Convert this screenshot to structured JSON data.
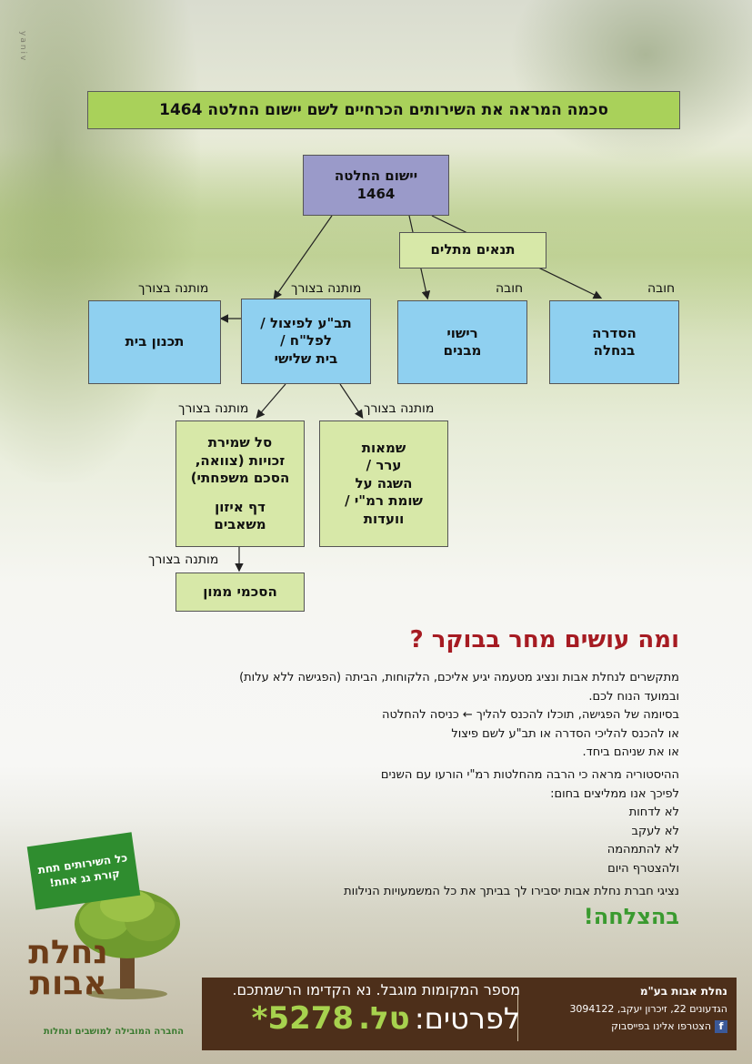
{
  "side_mark": "yaniv",
  "banner_title": "סכמה המראה את השירותים הכרחיים לשם יישום החלטה 1464",
  "diagram": {
    "root": "יישום החלטה\n1464",
    "conditions": "תנאים מתלים",
    "plan_split": "תב\"ע לפיצול /\nלפל\"ח /\nבית שלישי",
    "house_plan": "תכנון בית",
    "licensing": "רישוי\nמבנים",
    "arrangement": "הסדרה\nבנחלה",
    "appraisals": "שמאות\nערר /\nהשגה על\nשומת רמ\"י /\nוועדות",
    "rights_basket": "סל שמירת\nזכויות (צוואה,\nהסכם משפחתי)",
    "balance_sheet": "דף איזון\nמשאבים",
    "financing": "הסכמי ממון",
    "labels": {
      "conditional": "מותנה בצורך",
      "mandatory": "חובה"
    }
  },
  "section_heading": "ומה עושים מחר בבוקר ?",
  "paragraph1": [
    "מתקשרים לנחלת אבות ונציג מטעמה יגיע אליכם, הלקוחות, הביתה (הפגישה ללא עלות)",
    "ובמועד הנוח לכם.",
    "בסיומה של הפגישה, תוכלו להכנס להליך ← כניסה להחלטה",
    "או להכנס להליכי הסדרה או תב\"ע לשם פיצול",
    "או את שניהם ביחד."
  ],
  "paragraph2": [
    "ההיסטוריה מראה כי הרבה מהחלטות רמ\"י הורעו עם השנים",
    "לפיכך אנו ממליצים בחום:",
    "לא לדחות",
    "לא לעקב",
    "לא להתמהמה",
    "ולהצטרף היום"
  ],
  "paragraph3": "נציגי חברת נחלת אבות  יסבירו לך בביתך את כל המשמעויות הנילוות",
  "success": "בהצלחה!",
  "logo": {
    "stamp": "כל השירותים תחת\nקורת גג אחת!",
    "name": "נחלת\nאבות",
    "tagline": "החברה המובילה למושבים ונחלות"
  },
  "footer": {
    "company": "נחלת אבות בע\"מ",
    "address": "הגדעונים 22, זיכרון יעקב, 3094122",
    "facebook": "הצטרפו אלינו בפייסבוק",
    "notice": "מספר המקומות מוגבל. נא הקדימו הרשמתכם.",
    "phone_label": "לפרטים:",
    "phone_prefix": "טל.",
    "phone_number": "5278",
    "phone_star": "*"
  },
  "colors": {
    "banner": "#a9d15a",
    "root_box": "#9a9ac9",
    "blue_box": "#8fd0f0",
    "green_box": "#d7e8a8",
    "heading_red": "#a61b22",
    "success_green": "#3a9a2f",
    "footer_brown": "#4d2f1a",
    "phone_green": "#a7d24e"
  }
}
